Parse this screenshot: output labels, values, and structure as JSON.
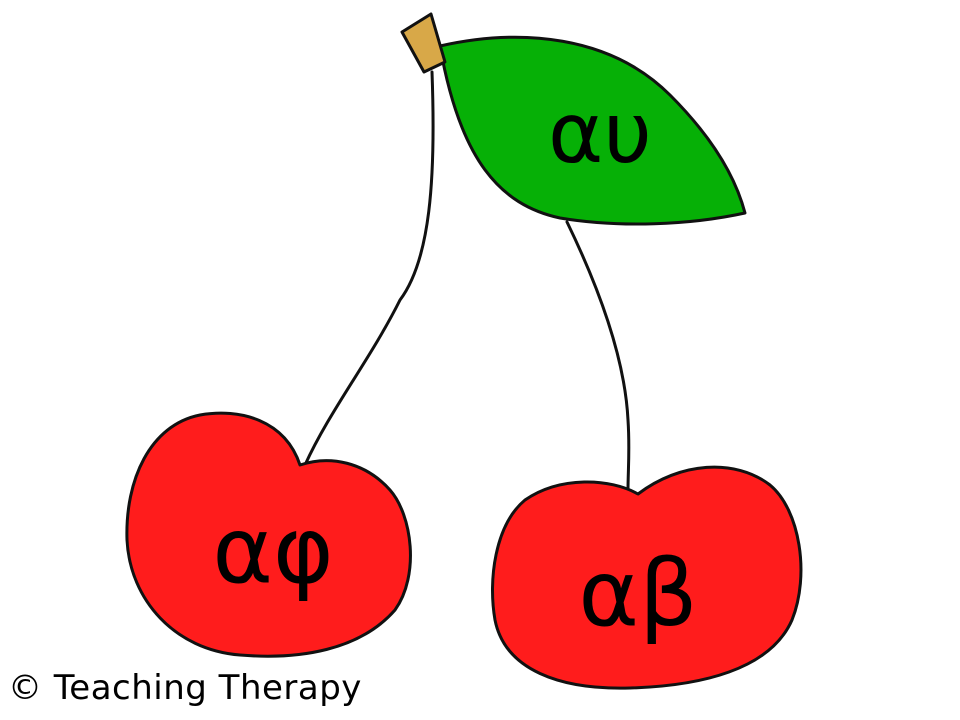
{
  "illustration": {
    "subject": "cherries with leaf",
    "leaf": {
      "text": "αυ",
      "color": "#06B006"
    },
    "left_cherry": {
      "text": "αφ",
      "color": "#FF1C1C"
    },
    "right_cherry": {
      "text": "αβ",
      "color": "#FF1C1C"
    },
    "stem_tip_color": "#D8A848",
    "outline_color": "#000000"
  },
  "credit": {
    "text": "© Teaching Therapy"
  }
}
